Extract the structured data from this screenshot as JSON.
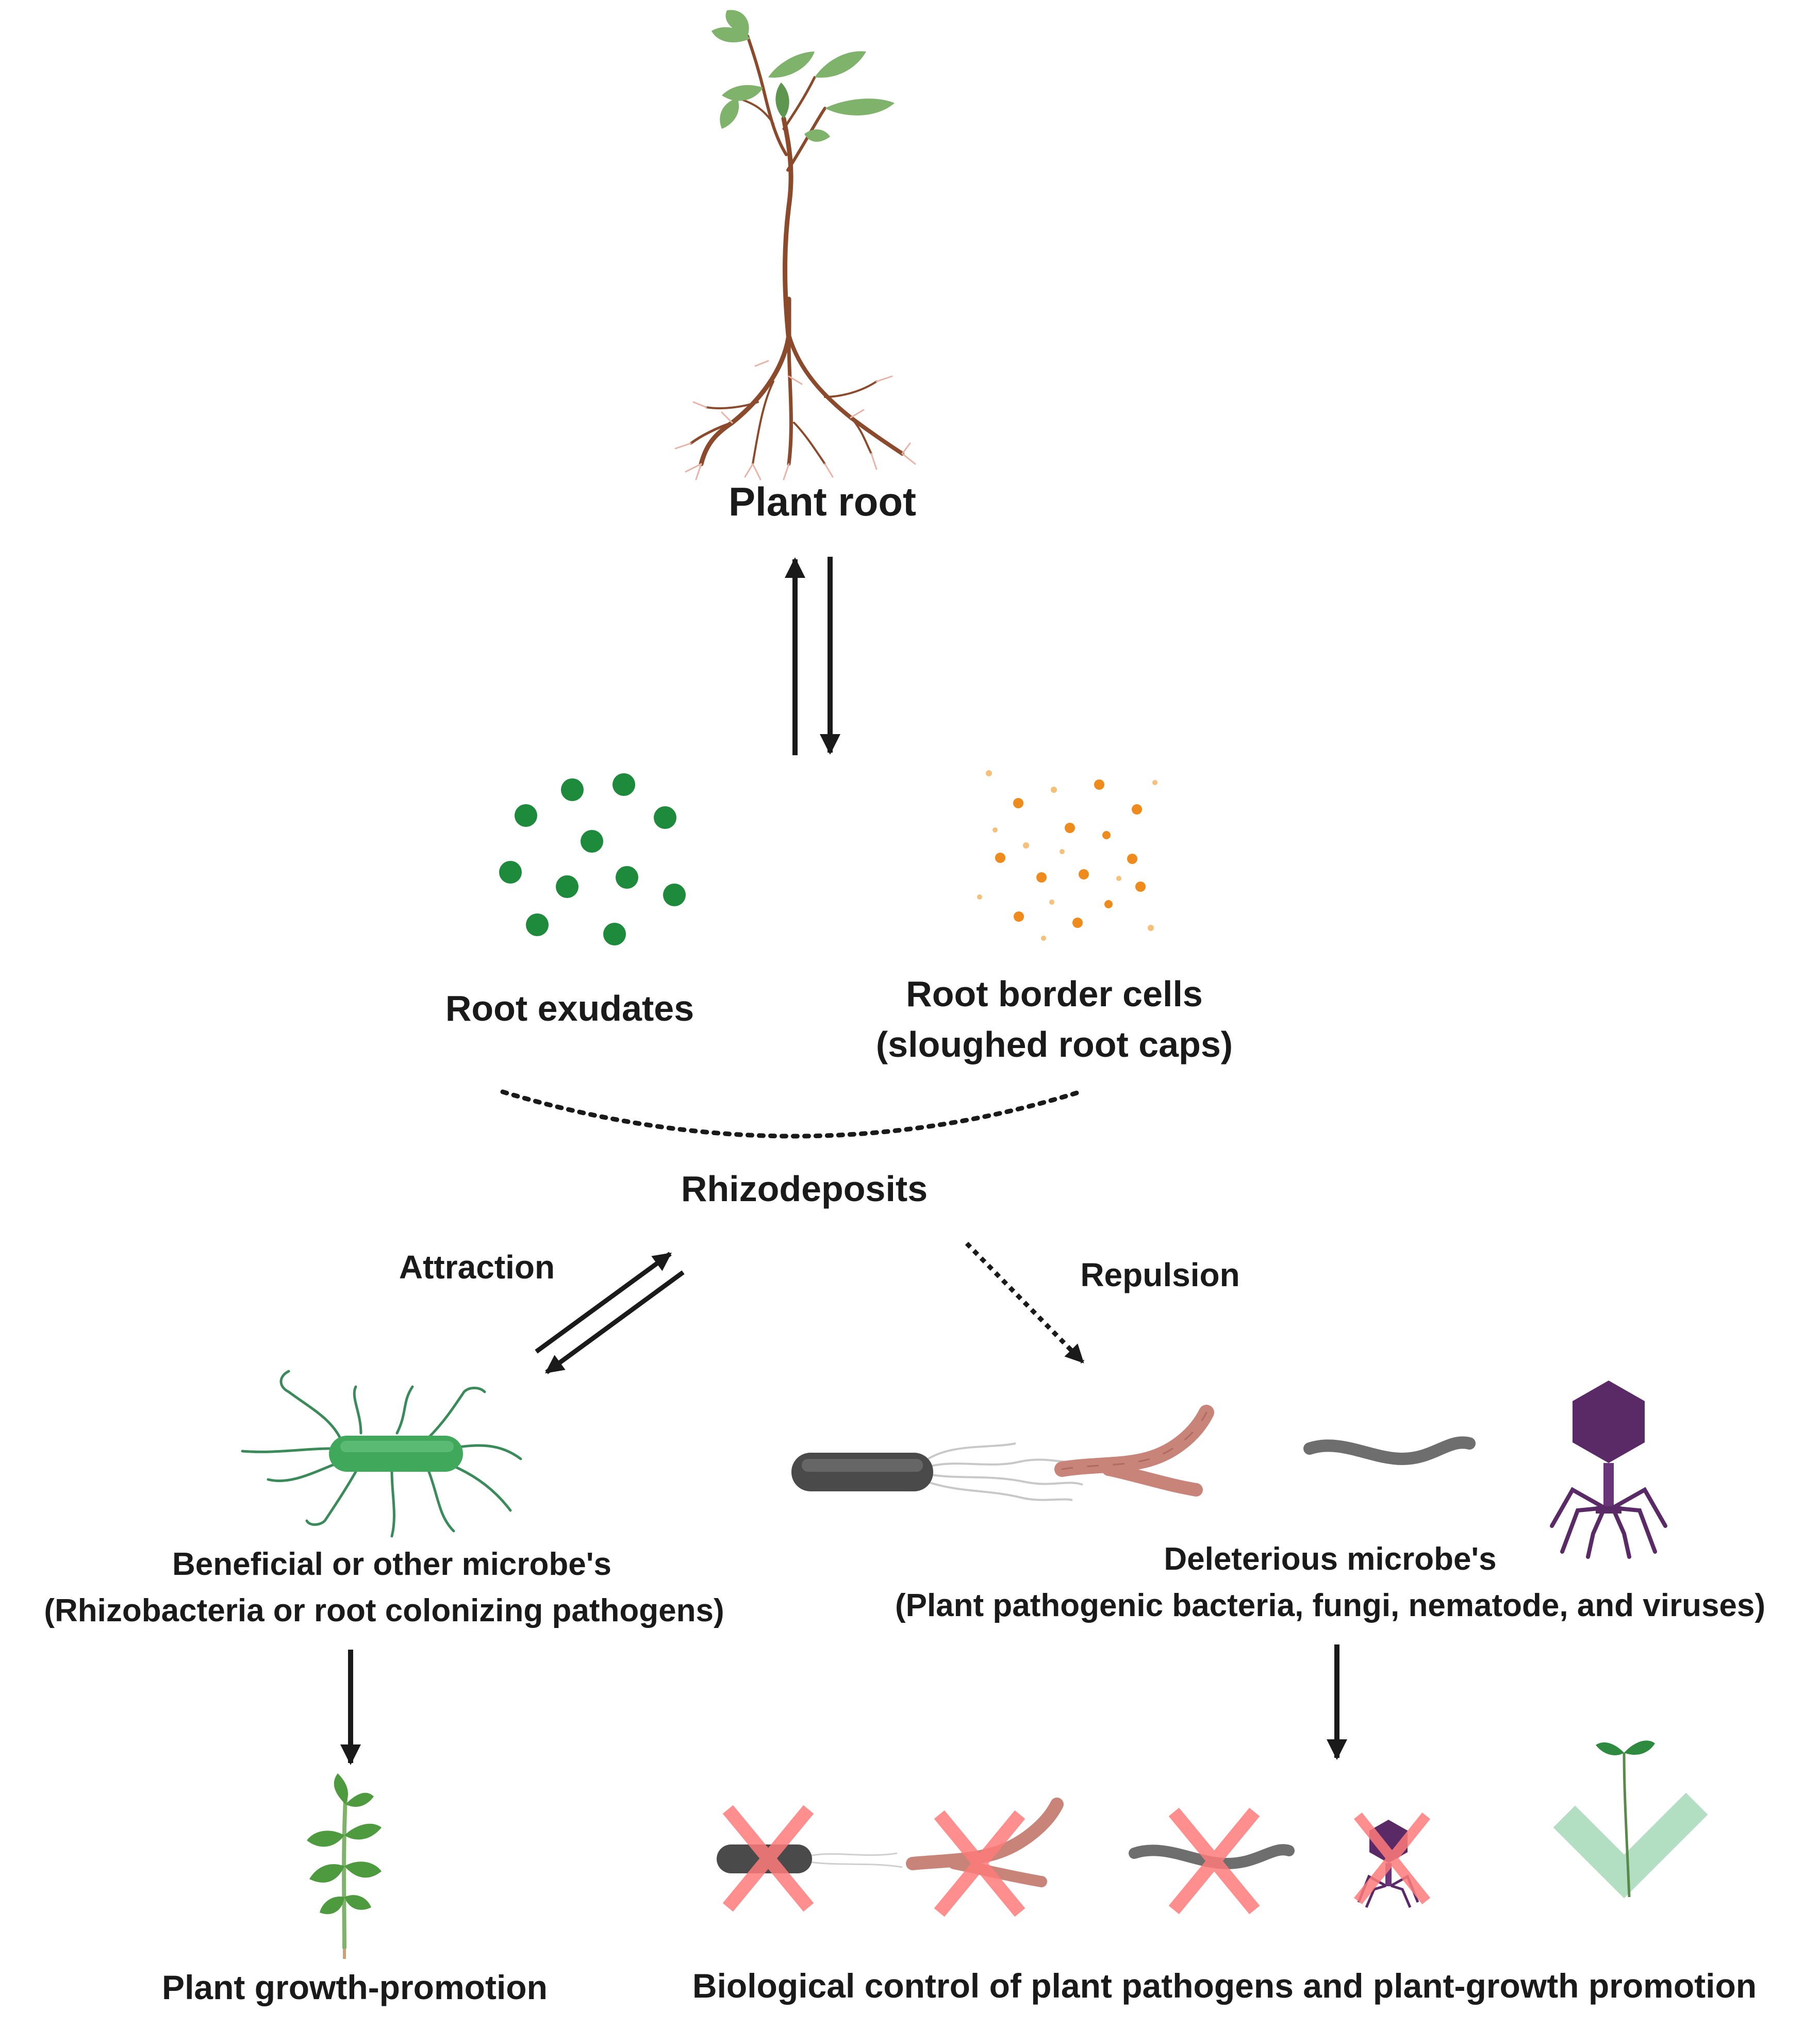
{
  "labels": {
    "plant_root": "Plant root",
    "root_exudates": "Root exudates",
    "root_border_cells": "Root border cells",
    "root_border_cells_sub": "(sloughed root caps)",
    "rhizodeposits": "Rhizodeposits",
    "attraction": "Attraction",
    "repulsion": "Repulsion",
    "beneficial": "Beneficial or other microbe's",
    "beneficial_sub": "(Rhizobacteria or root colonizing pathogens)",
    "deleterious": "Deleterious microbe's",
    "deleterious_sub": "(Plant pathogenic bacteria, fungi, nematode, and viruses)",
    "growth_promotion": "Plant growth-promotion",
    "biocontrol": "Biological control of plant pathogens and plant-growth promotion"
  },
  "colors": {
    "leaf": "#7fb26a",
    "stem": "#8b4a2b",
    "exudate": "#1e8a3c",
    "border_cell": "#ef8a1c",
    "bacterium": "#3fa85a",
    "pathogen_bacterium": "#4a4a4a",
    "fungus": "#c98479",
    "nematode": "#6e6e6e",
    "virus": "#5a2a66",
    "cross": "#ff7b7b",
    "check": "#9fd6b2",
    "arrow": "#1a1a1a"
  },
  "icons": [
    "plant-icon",
    "exudate-dots-icon",
    "border-cell-dots-icon",
    "bacterium-icon",
    "pathogen-bacterium-icon",
    "fungus-icon",
    "nematode-icon",
    "virus-icon",
    "seedling-icon",
    "cross-icon",
    "check-icon"
  ]
}
